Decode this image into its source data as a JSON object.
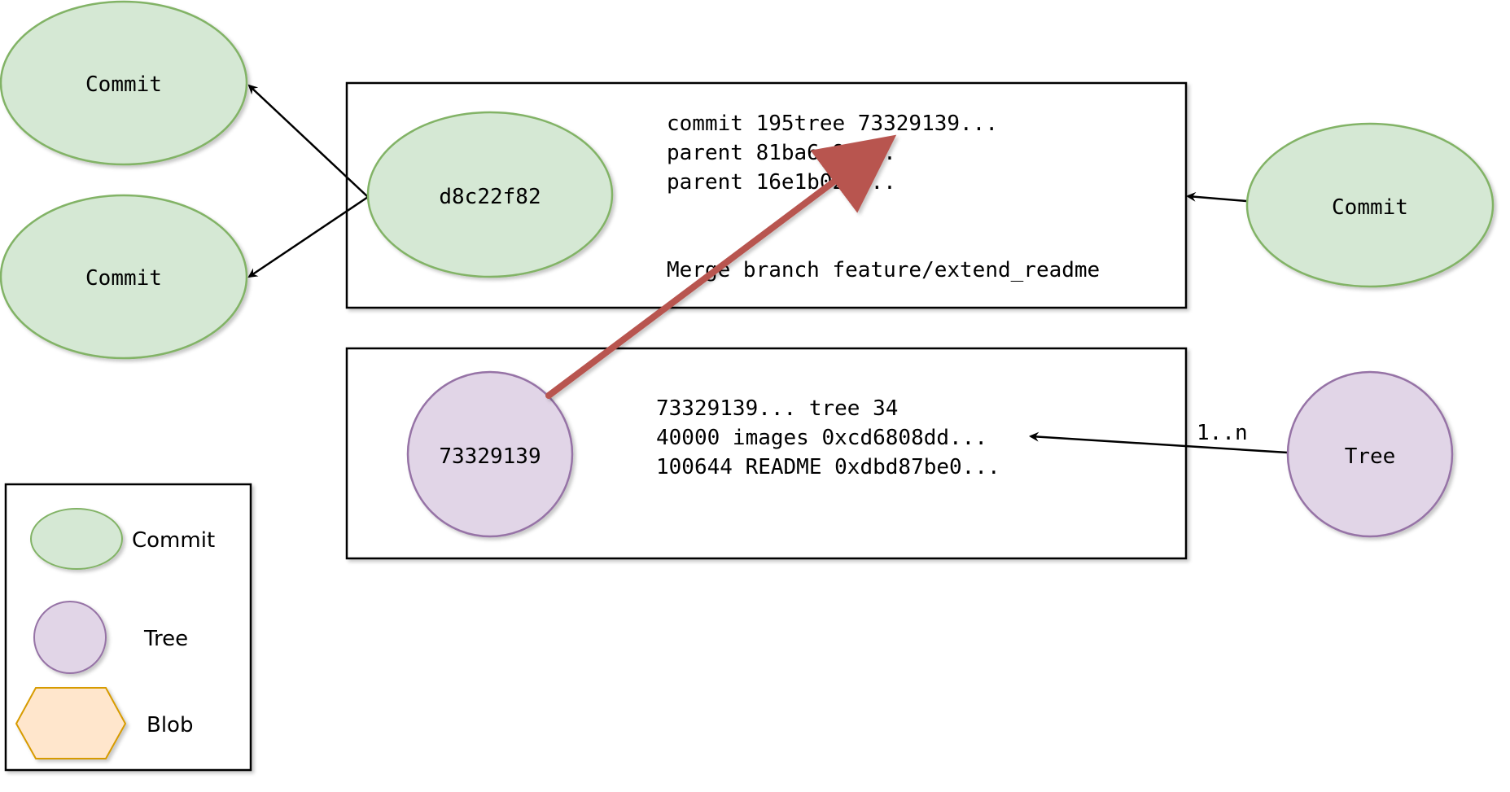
{
  "colors": {
    "commit_fill": "#d5e8d4",
    "commit_stroke": "#82b366",
    "tree_fill": "#e1d5e7",
    "tree_stroke": "#9673a6",
    "blob_fill": "#ffe6cc",
    "blob_stroke": "#d79b00",
    "highlight_arrow": "#b85450"
  },
  "nodes": {
    "commit_left_top": "Commit",
    "commit_left_bottom": "Commit",
    "commit_center": "d8c22f82",
    "commit_right": "Commit",
    "tree_center": "73329139",
    "tree_right": "Tree"
  },
  "commit_box": {
    "lines": [
      "commit 195tree 73329139...",
      "parent 81ba6e94...",
      "parent 16e1b028..."
    ],
    "message": "Merge branch feature/extend_readme"
  },
  "tree_box": {
    "lines": [
      "73329139... tree 34",
      "40000 images 0xcd6808dd...",
      "100644 README 0xdbd87be0..."
    ]
  },
  "edge_labels": {
    "tree_multiplicity": "1..n"
  },
  "legend": {
    "commit": "Commit",
    "tree": "Tree",
    "blob": "Blob"
  }
}
